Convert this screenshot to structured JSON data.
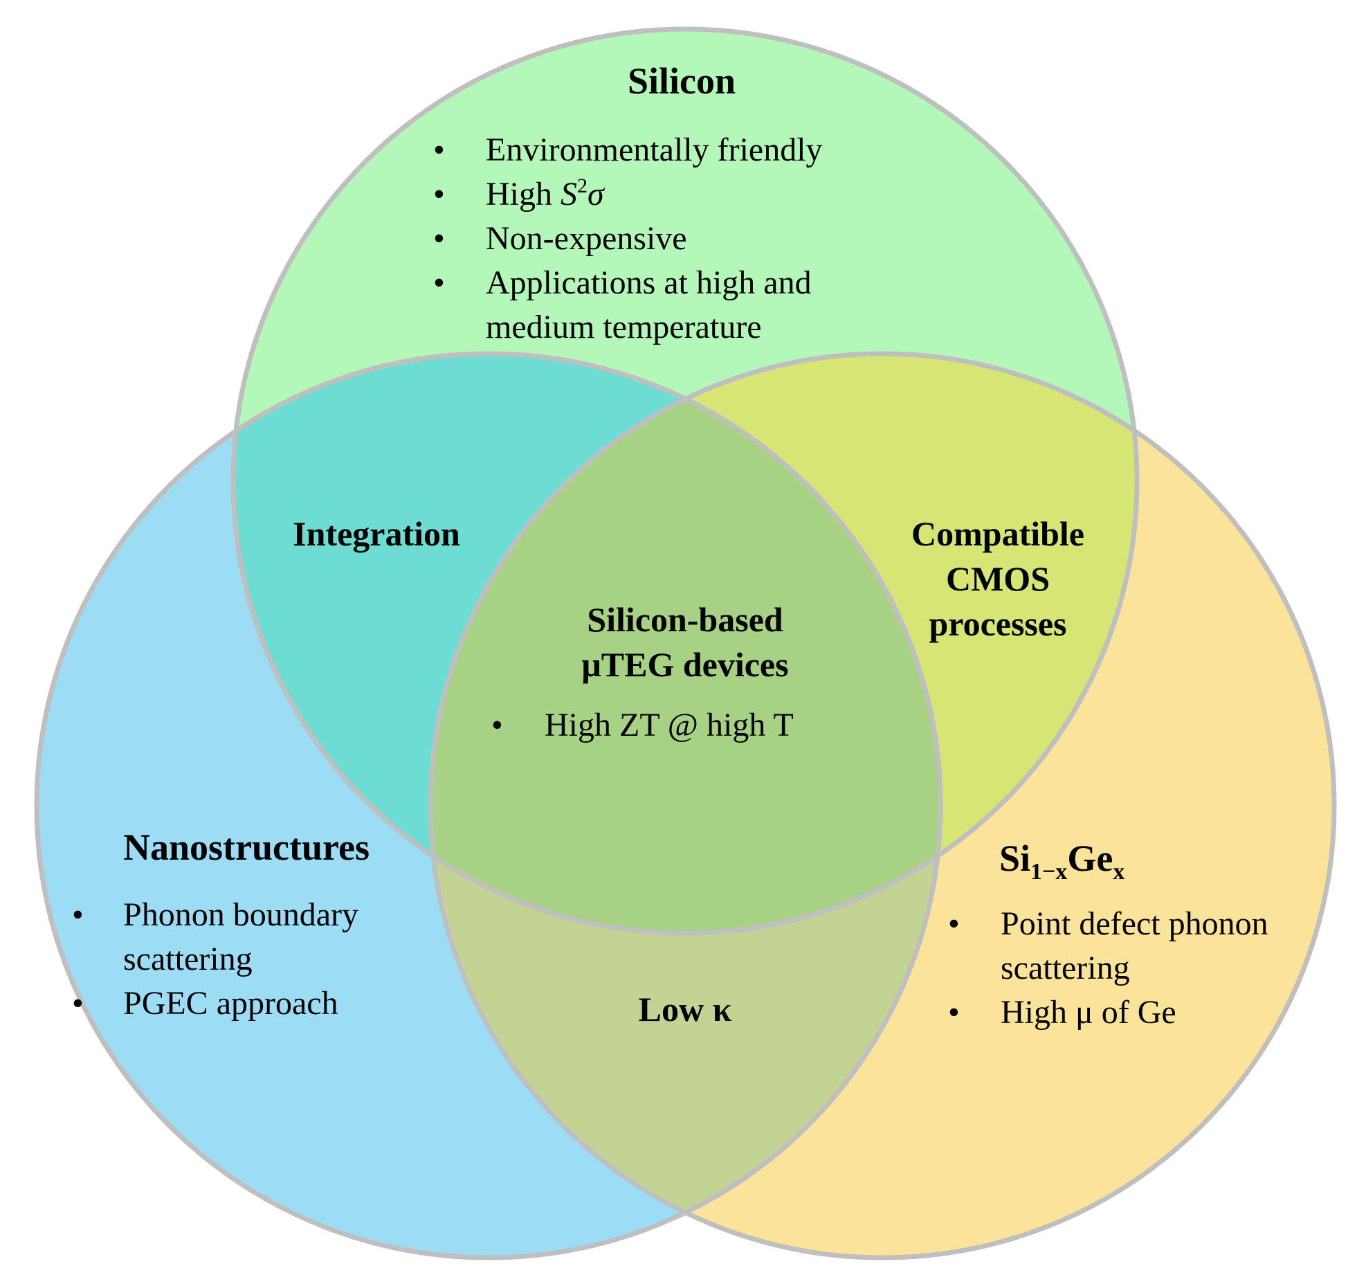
{
  "colors": {
    "silicon": "#b3f8b8",
    "nanostructures": "#9cdcf5",
    "sige": "#fbe39a",
    "silicon_nano": "#6dddd4",
    "silicon_sige": "#d6e574",
    "nano_sige": "#c2d394",
    "center": "#a7d283",
    "outline": "#bfbfbf"
  },
  "silicon": {
    "title": "Silicon",
    "bullets": [
      "Environmentally friendly",
      "Non-expensive",
      "Applications at high and",
      "medium temperature"
    ],
    "s2sigma": {
      "prefix": "High ",
      "S": "S",
      "sup": "2",
      "sigma": "σ"
    }
  },
  "nanostructures": {
    "title": "Nanostructures",
    "bullets": [
      "Phonon boundary",
      "scattering",
      "PGEC approach"
    ]
  },
  "sige": {
    "title_si": "Si",
    "title_sub1": "1−x",
    "title_ge": "Ge",
    "title_sub2": "x",
    "bullets": [
      "Point defect phonon",
      "scattering",
      "High μ of Ge"
    ]
  },
  "intersections": {
    "silicon_nano": "Integration",
    "silicon_sige": [
      "Compatible",
      "CMOS",
      "processes"
    ],
    "nano_sige": "Low κ"
  },
  "center": {
    "title": [
      "Silicon-based",
      "μTEG devices"
    ],
    "bullet": "High ZT @ high T"
  },
  "bullet_char": "•"
}
